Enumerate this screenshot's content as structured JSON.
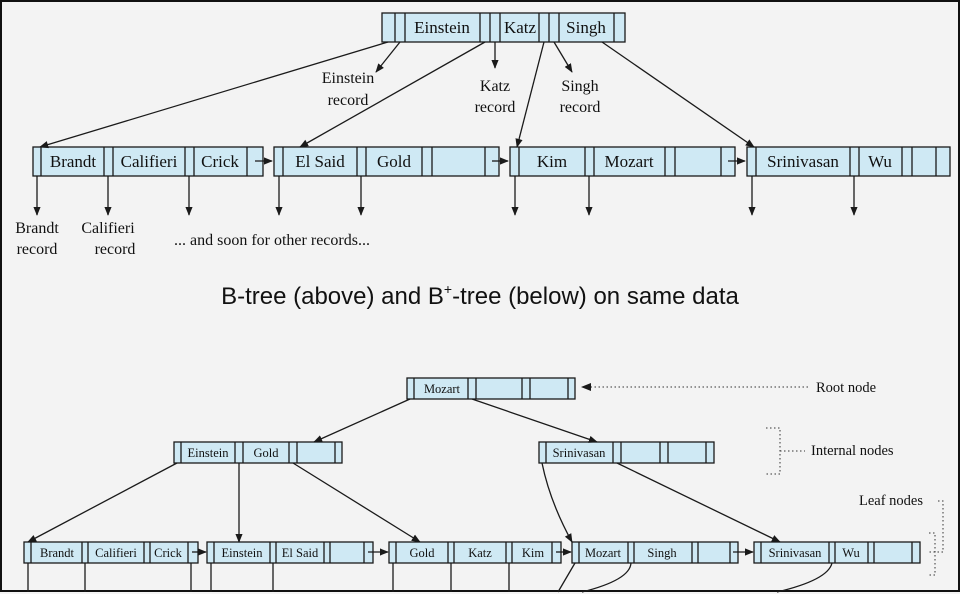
{
  "caption": {
    "before": "B-tree (above) and B",
    "sup": "+",
    "after": "-tree (below) on same data"
  },
  "btree": {
    "root_keys": [
      "Einstein",
      "Katz",
      "Singh"
    ],
    "leaves": [
      [
        "Brandt",
        "Califieri",
        "Crick"
      ],
      [
        "El Said",
        "Gold",
        ""
      ],
      [
        "Kim",
        "Mozart",
        ""
      ],
      [
        "Srinivasan",
        "Wu",
        ""
      ]
    ],
    "record_labels": {
      "einstein": [
        "Einstein",
        "record"
      ],
      "katz": [
        "Katz",
        "record"
      ],
      "singh": [
        "Singh",
        "record"
      ],
      "brandt": [
        "Brandt",
        "record"
      ],
      "califieri": [
        "Califieri",
        "record"
      ]
    },
    "other_records": "... and soon for other records..."
  },
  "bplustree": {
    "root_keys": [
      "Mozart",
      "",
      ""
    ],
    "internal_left": [
      "Einstein",
      "Gold",
      ""
    ],
    "internal_right": [
      "Srinivasan",
      "",
      ""
    ],
    "leaves": [
      [
        "Brandt",
        "Califieri",
        "Crick"
      ],
      [
        "Einstein",
        "El Said",
        ""
      ],
      [
        "Gold",
        "Katz",
        "Kim"
      ],
      [
        "Mozart",
        "Singh",
        ""
      ],
      [
        "Srinivasan",
        "Wu",
        ""
      ]
    ]
  },
  "legend": {
    "root": "Root node",
    "internal": "Internal nodes",
    "leaf": "Leaf nodes"
  },
  "colors": {
    "node_fill": "#cfe9f4",
    "stroke": "#1a1a1a",
    "background": "#f3f3f3"
  }
}
